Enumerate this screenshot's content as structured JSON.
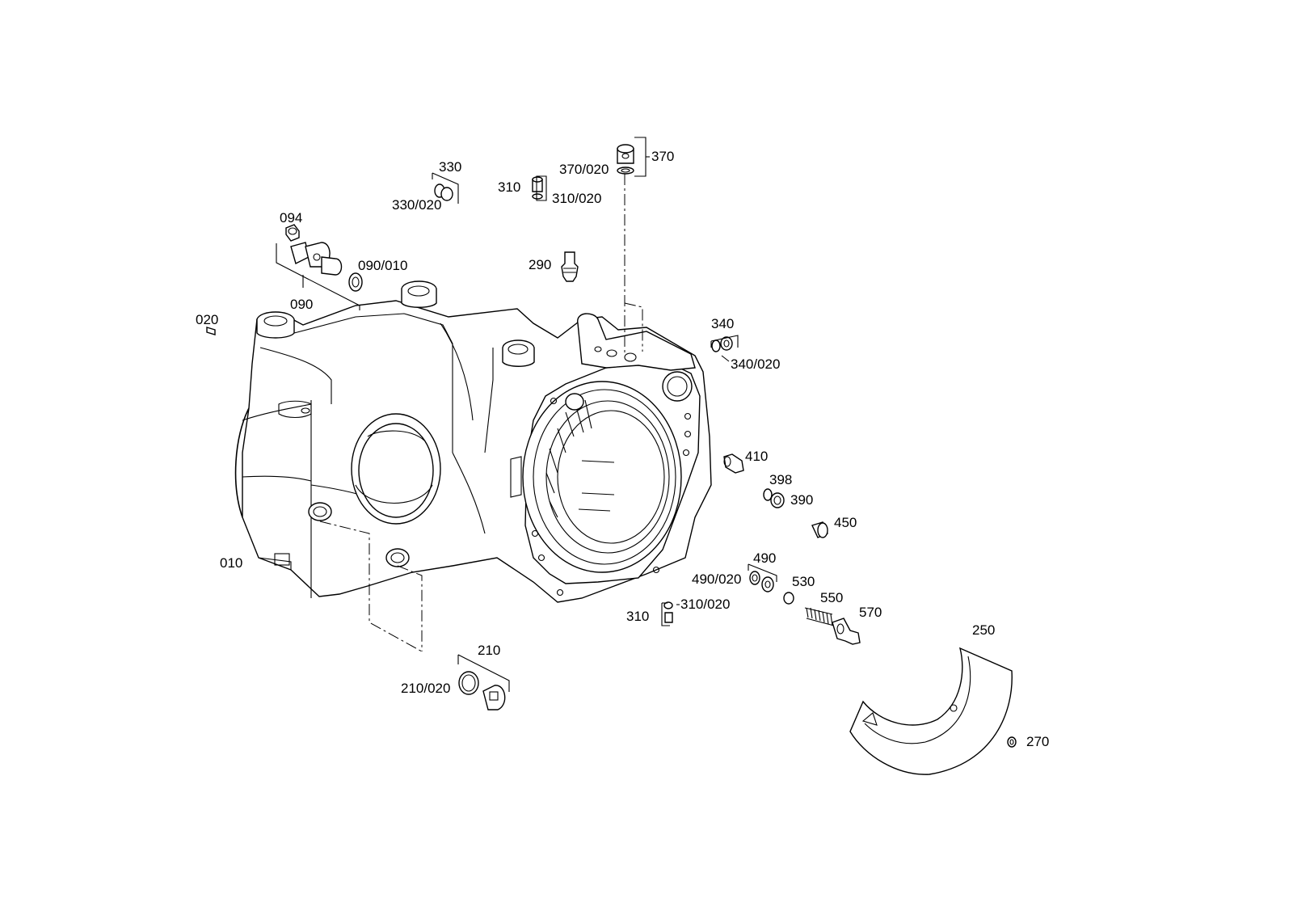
{
  "labels": {
    "l010": "010",
    "l020": "020",
    "l090": "090",
    "l090_010": "090/010",
    "l094": "094",
    "l210": "210",
    "l210_020": "210/020",
    "l250": "250",
    "l270": "270",
    "l290": "290",
    "l310_top": "310",
    "l310_020_top": "310/020",
    "l310_bot": "310",
    "l310_020_bot": "310/020",
    "l330": "330",
    "l330_020": "330/020",
    "l340": "340",
    "l340_020": "340/020",
    "l370": "370",
    "l370_020": "370/020",
    "l390": "390",
    "l398": "398",
    "l410": "410",
    "l450": "450",
    "l490": "490",
    "l490_020": "490/020",
    "l530": "530",
    "l550": "550",
    "l570": "570"
  }
}
